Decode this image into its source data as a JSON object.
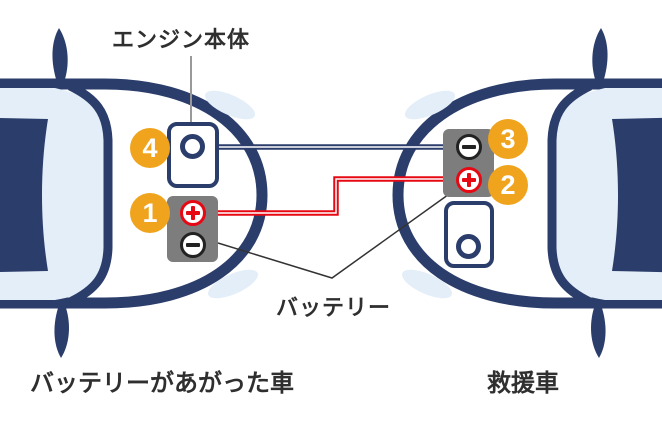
{
  "diagram": {
    "labels": {
      "engine": "エンジン本体",
      "battery": "バッテリー",
      "dead_car": "バッテリーがあがった車",
      "rescue_car": "救援車"
    },
    "badges": {
      "step1": "1",
      "step2": "2",
      "step3": "3",
      "step4": "4"
    },
    "icons": {
      "plus_terminal": "plus-in-circle",
      "minus_terminal": "minus-in-circle",
      "engine_block": "rounded-rect-with-circle"
    },
    "cables": [
      {
        "color": "#e60914",
        "from": "dead-car-battery-plus (1)",
        "to": "rescue-car-battery-plus (2)"
      },
      {
        "color": "#2b3d6b",
        "from": "rescue-car-battery-minus (3)",
        "to": "dead-car-engine-block (4)"
      }
    ],
    "colors": {
      "car_navy": "#2b3d6b",
      "glass_light_blue": "#e4eef8",
      "badge_orange": "#f0a41e",
      "cable_red": "#e60914",
      "battery_gray": "#7d7d7d",
      "text_dark": "#2f2f2f",
      "leader_gray": "#999999",
      "leader_black": "#333333"
    }
  }
}
